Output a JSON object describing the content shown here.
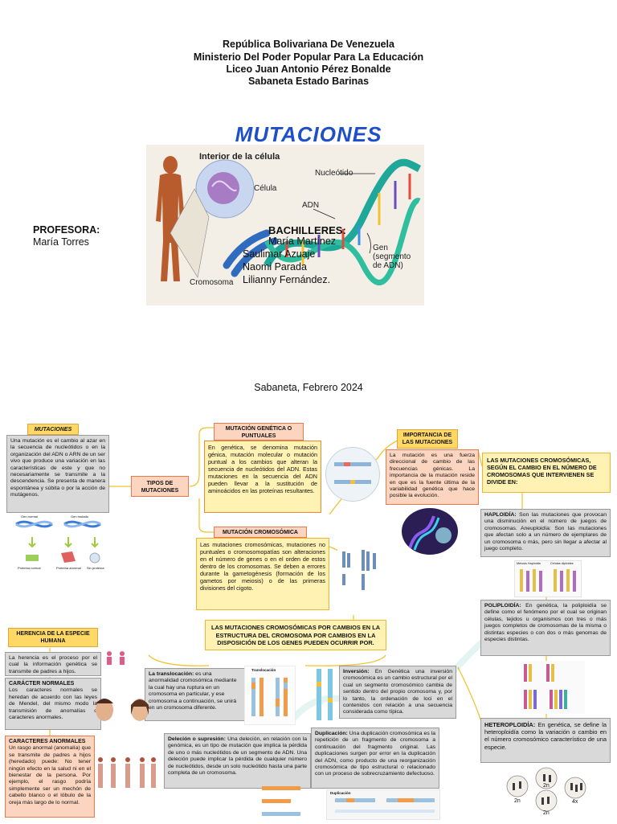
{
  "header": {
    "line1": "República Bolivariana De Venezuela",
    "line2": "Ministerio Del Poder Popular Para La Educación",
    "line3": "Liceo Juan Antonio Pérez Bonalde",
    "line4": "Sabaneta Estado Barinas"
  },
  "title": "MUTACIONES",
  "hero": {
    "interior": "Interior de la célula",
    "celula": "Célula",
    "nucleotido": "Nucleótido",
    "adn": "ADN",
    "gen": "Gen",
    "segmento": "(segmento",
    "de_adn": "de ADN)",
    "cromosoma": "Cromosoma"
  },
  "professor": {
    "label": "PROFESORA:",
    "name": "María Torres"
  },
  "students": {
    "label": "BACHILLERES:",
    "names": [
      "María Martínez",
      "Saulimar Azuaje",
      "Naomi Parada",
      "Lilianny Fernández."
    ]
  },
  "place_date": "Sabaneta, Febrero 2024",
  "map": {
    "mutaciones_title": "MUTACIONES",
    "mutaciones_text": "Una mutación es el cambio al azar en la secuencia de nucleótidos o en la organización del ADN o ARN de un ser vivo que produce una variación en las características de este y que no necesariamente se transmite a la descendencia. Se presenta de manera espontánea y súbita o por la acción de mutágenos.",
    "dna_caption1": "Gen normal",
    "dna_caption2": "Gen mutado",
    "protein_caption1": "Proteína normal",
    "protein_caption2": "Proteína anormal",
    "protein_caption3": "Sin proteína",
    "tipos": "TIPOS DE MUTACIONES",
    "genetica_title": "MUTACIÓN GENÉTICA O PUNTUALES",
    "genetica_text": "En genética, se denomina mutación génica, mutación molecular o mutación puntual a los cambios que alteran la secuencia de nucleótidos del ADN. Estas mutaciones en la secuencia del ADN pueden llevar a la sustitución de aminoácidos en las proteínas resultantes.",
    "cromosomica_title": "MUTACIÓN CROMOSÓMICA",
    "cromosomica_text": "Las mutaciones cromosómicas, mutaciones no puntuales o cromosomopatías son alteraciones en el número de genes o en el orden de estos dentro de los cromosomas. Se deben a errores durante la gametogénesis (formación de los gametos por meiosis) o de las primeras divisiones del cigoto.",
    "importancia_title": "IMPORTANCIA DE LAS MUTACIONES",
    "importancia_text": "La mutación es una fuerza direccional de cambio de las frecuencias génicas. La importancia de la mutación reside en que es la fuente última de la variabilidad genética que hace posible la evolución.",
    "cambio_title": "LAS MUTACIONES CROMOSÓMICAS, SEGÚN EL CAMBIO EN EL NÚMERO DE CROMOSOMAS QUE INTERVIENEN SE DIVIDE EN:",
    "haploidia_label": "HAPLOIDÍA:",
    "haploidia_text": " Son las mutaciones que provocan una disminución en el número de juegos de cromosomas. Aneuploidía: Son las mutaciones que afectan solo a un número de ejemplares de un cromosoma o más, pero sin llegar a afectar al juego completo.",
    "haploidia_img1": "Meiosis Haploidia",
    "haploidia_img2": "Celulas diploides",
    "poliploidia_label": "POLIPLOIDÍA:",
    "poliploidia_text": " En genética, la poliploidía se define como el fenómeno por el cual se originan células, tejidos u organismos con tres o más juegos completos de cromosomas de la misma o distintas especies o con dos o más genomas de especies distintas.",
    "heteroploidia_label": "HETEROPLOIDÍA:",
    "heteroploidia_text": " En genética, se define la heteroploidía como la variación o cambio en el número cromosómico característico de una especie.",
    "ploidy_labels": [
      "2n",
      "2n",
      "2n",
      "4x"
    ],
    "estructura_title": "LAS MUTACIONES CROMOSÓMICAS POR CAMBIOS EN LA ESTRUCTURA DEL CROMOSOMA POR CAMBIOS EN LA DISPOSICIÓN DE LOS GENES PUEDEN OCURRIR POR.",
    "translocacion_label": "La translocación:",
    "translocacion_text": " es una anormalidad cromosómica mediante la cual hay una ruptura en un cromosoma en particular, y ese cromosoma a continuación, se unirá en un cromosoma diferente.",
    "translocacion_img": "Translocación",
    "inversion_label": "Inversión:",
    "inversion_text": " En Genética una inversión cromosómica es un cambio estructural por el cual un segmento cromosómico cambia de sentido dentro del propio cromosoma y, por lo tanto, la ordenación de loci en el contenidos con relación a una secuencia considerada como típica.",
    "delecion_label": "Deleción o supresión:",
    "delecion_text": " Una deleción, en relación con la genómica, es un tipo de mutación que implica la pérdida de uno o más nucleótidos de un segmento de ADN. Una deleción puede implicar la pérdida de cualquier número de nucleótidos, desde un solo nucleótido hasta una parte completa de un cromosoma.",
    "duplicacion_label": "Duplicación:",
    "duplicacion_text": " Una duplicación cromosómica es la repetición de un fragmento de cromosoma a continuación del fragmento original. Las duplicaciones surgen por error en la duplicación del ADN, como producto de una reorganización cromosómica de tipo estructural o relacionado con un proceso de sobrecruzamiento defectuoso.",
    "duplicacion_img": "Duplicación",
    "herencia_title": "HERENCIA DE LA ESPECIE HUMANA",
    "herencia_text": "La herencia es el proceso por el cual la información genética se transmite de padres a hijos.",
    "normales_title": "CARÁCTER NORMALES",
    "normales_text": "Los caracteres normales se heredan de acuerdo con las leyes de Mendel, del mismo modo la transmisión de anomalías o caracteres anormales.",
    "anormales_title": "CARACTERES ANORMALES",
    "anormales_text": "Un rasgo anormal (anomalía) que se transmite de padres a hijos (heredado) puede: No tener ningún efecto en la salud ni en el bienestar de la persona. Por ejemplo, el rasgo podría simplemente ser un mechón de cabello blanco o el lóbulo de la oreja más largo de lo normal."
  },
  "colors": {
    "title_blue": "#1f4fc7",
    "yellow": "#ffd966",
    "grey": "#d9d9d9",
    "peach": "#fbd5c0",
    "connector": "#f2c230"
  }
}
